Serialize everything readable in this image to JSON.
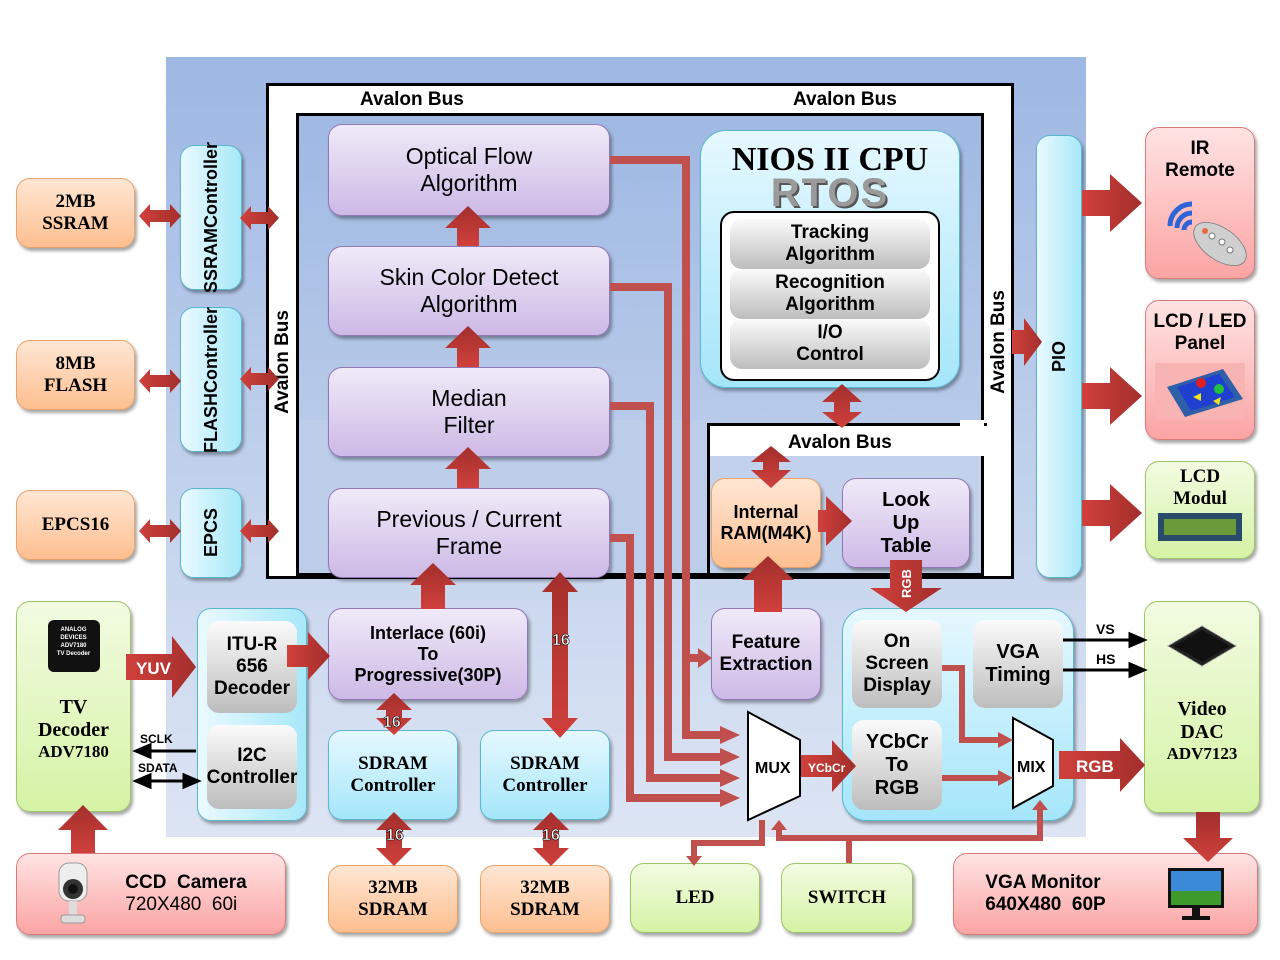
{
  "title": "Hand Gesture Tracking & Recognition System Block Diagram",
  "bus_label": "Avalon Bus",
  "external_memory": [
    {
      "id": "ssram",
      "label_lines": [
        "2MB",
        "SSRAM"
      ]
    },
    {
      "id": "flash",
      "label_lines": [
        "8MB",
        "FLASH"
      ]
    },
    {
      "id": "epcs16",
      "label_lines": [
        "EPCS16"
      ]
    }
  ],
  "memory_controllers": [
    {
      "id": "ssram-controller",
      "label_lines": [
        "SSRAM",
        "Controller"
      ]
    },
    {
      "id": "flash-controller",
      "label_lines": [
        "FLASH",
        "Controller"
      ]
    },
    {
      "id": "epcs",
      "label_lines": [
        "EPCS"
      ]
    }
  ],
  "pipeline": {
    "optical_flow": [
      "Optical Flow",
      "Algorithm"
    ],
    "skin_color": [
      "Skin Color Detect",
      "Algorithm"
    ],
    "median_filter": [
      "Median",
      "Filter"
    ],
    "frame": [
      "Previous / Current",
      "Frame"
    ],
    "interlace": [
      "Interlace (60i)",
      "To",
      "Progressive(30P)"
    ],
    "feature_extraction": [
      "Feature",
      "Extraction"
    ]
  },
  "cpu": {
    "title": "NIOS II CPU",
    "rtos_label": "RTOS",
    "tasks": [
      [
        "Tracking",
        "Algorithm"
      ],
      [
        "Recognition",
        "Algorithm"
      ],
      [
        "I/O",
        "Control"
      ]
    ]
  },
  "internal_ram": [
    "Internal",
    "RAM(M4K)"
  ],
  "lookup_table": [
    "Look",
    "Up",
    "Table"
  ],
  "pio_label": "PIO",
  "peripherals_right": {
    "ir_remote": [
      "IR",
      "Remote"
    ],
    "lcd_led_panel": [
      "LCD / LED",
      "Panel"
    ],
    "lcd_module": [
      "LCD",
      "Modul"
    ],
    "video_dac": [
      "Video",
      "DAC",
      "ADV7123"
    ]
  },
  "tv_decoder": {
    "label_lines": [
      "TV",
      "Decoder",
      "ADV7180"
    ],
    "chip_text": [
      "ANALOG",
      "DEVICES",
      "ADV7180",
      "TV Decoder"
    ]
  },
  "itu_decoder": [
    "ITU-R",
    "656",
    "Decoder"
  ],
  "i2c_controller": [
    "I2C",
    "Controller"
  ],
  "sdram_controllers": [
    [
      "SDRAM",
      "Controller"
    ],
    [
      "SDRAM",
      "Controller"
    ]
  ],
  "sdram_chips": [
    [
      "32MB",
      "SDRAM"
    ],
    [
      "32MB",
      "SDRAM"
    ]
  ],
  "display_block": {
    "osd": [
      "On",
      "Screen",
      "Display"
    ],
    "vga_timing": [
      "VGA",
      "Timing"
    ],
    "ycbcr_to_rgb": [
      "YCbCr",
      "To",
      "RGB"
    ]
  },
  "mux_label": "MUX",
  "mix_label": "MIX",
  "signals": {
    "yuv": "YUV",
    "ycbcr": "YCbCr",
    "rgb": "RGB",
    "rgb_lut": "RGB",
    "vs": "VS",
    "hs": "HS",
    "sclk": "SCLK",
    "sdata": "SDATA",
    "bus_width": "16"
  },
  "bottom": {
    "camera": [
      "CCD  Camera",
      "720X480  60i"
    ],
    "led": "LED",
    "switch": "SWITCH",
    "vga_monitor": [
      "VGA Monitor",
      "640X480  60P"
    ]
  },
  "colors": {
    "arrow": "#c0504d",
    "fpga_bg": "#9db7e3",
    "orange_block": "#fdbf90",
    "purple_block": "#cdb9e6",
    "cyan_block": "#a7e8f9",
    "pink_block": "#fca4a4",
    "green_block": "#d5f3a5"
  }
}
